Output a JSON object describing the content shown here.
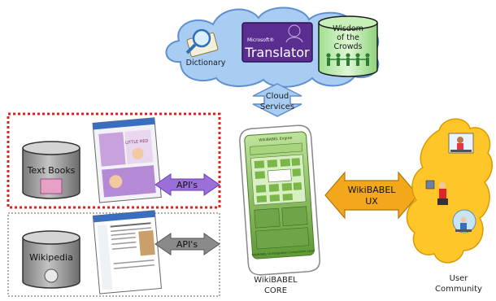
{
  "cloud": {
    "dictionary_label": "Dictionary",
    "translator_brand": "Microsoft®",
    "translator_label": "Translator",
    "wisdom_line1": "Wisdom",
    "wisdom_line2": "of the",
    "wisdom_line3": "Crowds"
  },
  "cloud_services": {
    "line1": "Cloud",
    "line2": "Services"
  },
  "sources": [
    {
      "label": "Text Books",
      "book_title": "LITTLE RED"
    },
    {
      "label": "Wikipedia"
    }
  ],
  "api_label": "API's",
  "core": {
    "label_line1": "WikiBABEL",
    "label_line2": "CORE",
    "panel_header": "WikiBABEL Engine",
    "panel_footer": "WikiBABEL UI Integration Components Layer"
  },
  "ux": {
    "line1": "WikiBABEL",
    "line2": "UX"
  },
  "community": {
    "line1": "User",
    "line2": "Community"
  },
  "colors": {
    "cloud_fill": "#a9cdf2",
    "translator_purple": "#5a2d91",
    "api_purple": "#9b6fd8",
    "api_gray": "#8a8a8a",
    "ux_orange": "#f2a81a",
    "community_yellow": "#ffc62a",
    "core_green": "#7ab648",
    "dashed_red": "#e02020"
  }
}
